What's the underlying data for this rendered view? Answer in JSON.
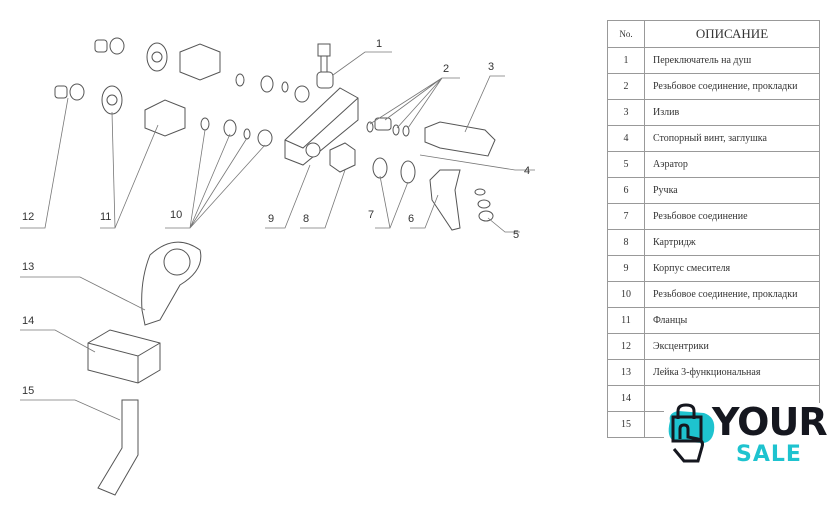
{
  "diagram": {
    "callouts": [
      "1",
      "2",
      "3",
      "4",
      "5",
      "6",
      "7",
      "8",
      "9",
      "10",
      "11",
      "12",
      "13",
      "14",
      "15"
    ]
  },
  "table": {
    "header_no": "No.",
    "header_desc": "ОПИСАНИЕ",
    "rows": [
      {
        "no": "1",
        "desc": "Переключатель на душ"
      },
      {
        "no": "2",
        "desc": "Резьбовое соединение, прокладки"
      },
      {
        "no": "3",
        "desc": "Излив"
      },
      {
        "no": "4",
        "desc": "Стопорный винт, заглушка"
      },
      {
        "no": "5",
        "desc": "Аэратор"
      },
      {
        "no": "6",
        "desc": "Ручка"
      },
      {
        "no": "7",
        "desc": "Резьбовое соединение"
      },
      {
        "no": "8",
        "desc": "Картридж"
      },
      {
        "no": "9",
        "desc": "Корпус смесителя"
      },
      {
        "no": "10",
        "desc": "Резьбовое соединение, прокладки"
      },
      {
        "no": "11",
        "desc": "Фланцы"
      },
      {
        "no": "12",
        "desc": "Эксцентрики"
      },
      {
        "no": "13",
        "desc": "Лейка 3-функциональная"
      },
      {
        "no": "14",
        "desc": ""
      },
      {
        "no": "15",
        "desc": ""
      }
    ]
  },
  "logo": {
    "line1": "YOUR",
    "line2": "SALE",
    "accent": "#1ec3cf",
    "dark": "#15171f"
  }
}
